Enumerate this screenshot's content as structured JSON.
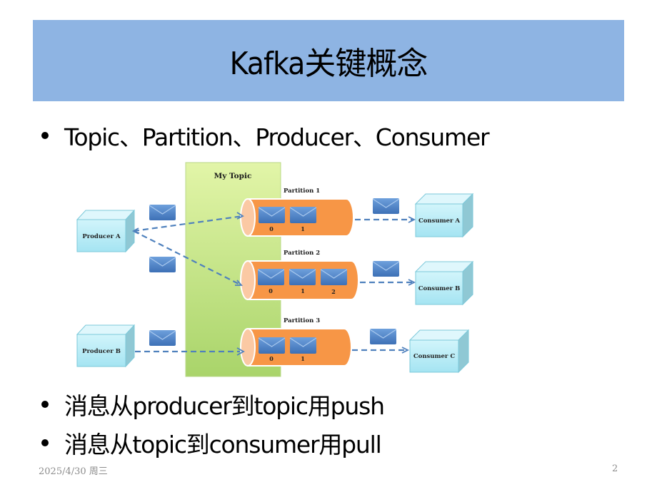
{
  "slide": {
    "title": "Kafka关键概念",
    "bullets": [
      "Topic、Partition、Producer、Consumer",
      "消息从producer到topic用push",
      "消息从topic到consumer用pull"
    ],
    "footer": {
      "date": "2025/4/30 周三",
      "page_number": "2"
    }
  },
  "diagram": {
    "topic_label": "My Topic",
    "producers": [
      {
        "name": "Producer A"
      },
      {
        "name": "Producer B"
      }
    ],
    "partitions": [
      {
        "label": "Partition 1",
        "offsets": [
          "0",
          "1"
        ]
      },
      {
        "label": "Partition 2",
        "offsets": [
          "0",
          "1",
          "2"
        ]
      },
      {
        "label": "Partition 3",
        "offsets": [
          "0",
          "1"
        ]
      }
    ],
    "consumers": [
      {
        "name": "Consumer A"
      },
      {
        "name": "Consumer B"
      },
      {
        "name": "Consumer C"
      }
    ],
    "flows": [
      {
        "from": "Producer A",
        "to": "Partition 1",
        "mode": "push"
      },
      {
        "from": "Producer A",
        "to": "Partition 2",
        "mode": "push"
      },
      {
        "from": "Producer B",
        "to": "Partition 3",
        "mode": "push"
      },
      {
        "from": "Partition 1",
        "to": "Consumer A",
        "mode": "pull"
      },
      {
        "from": "Partition 2",
        "to": "Consumer B",
        "mode": "pull"
      },
      {
        "from": "Partition 3",
        "to": "Consumer C",
        "mode": "pull"
      }
    ],
    "colors": {
      "title_band": "#8eb4e3",
      "topic_fill": "#c9e88a",
      "partition_fill": "#f79646",
      "partition_cap": "#fbc9a4",
      "box_fill": "#b7ecf7",
      "envelope": "#4f81bd",
      "arrow": "#4f81bd"
    }
  }
}
